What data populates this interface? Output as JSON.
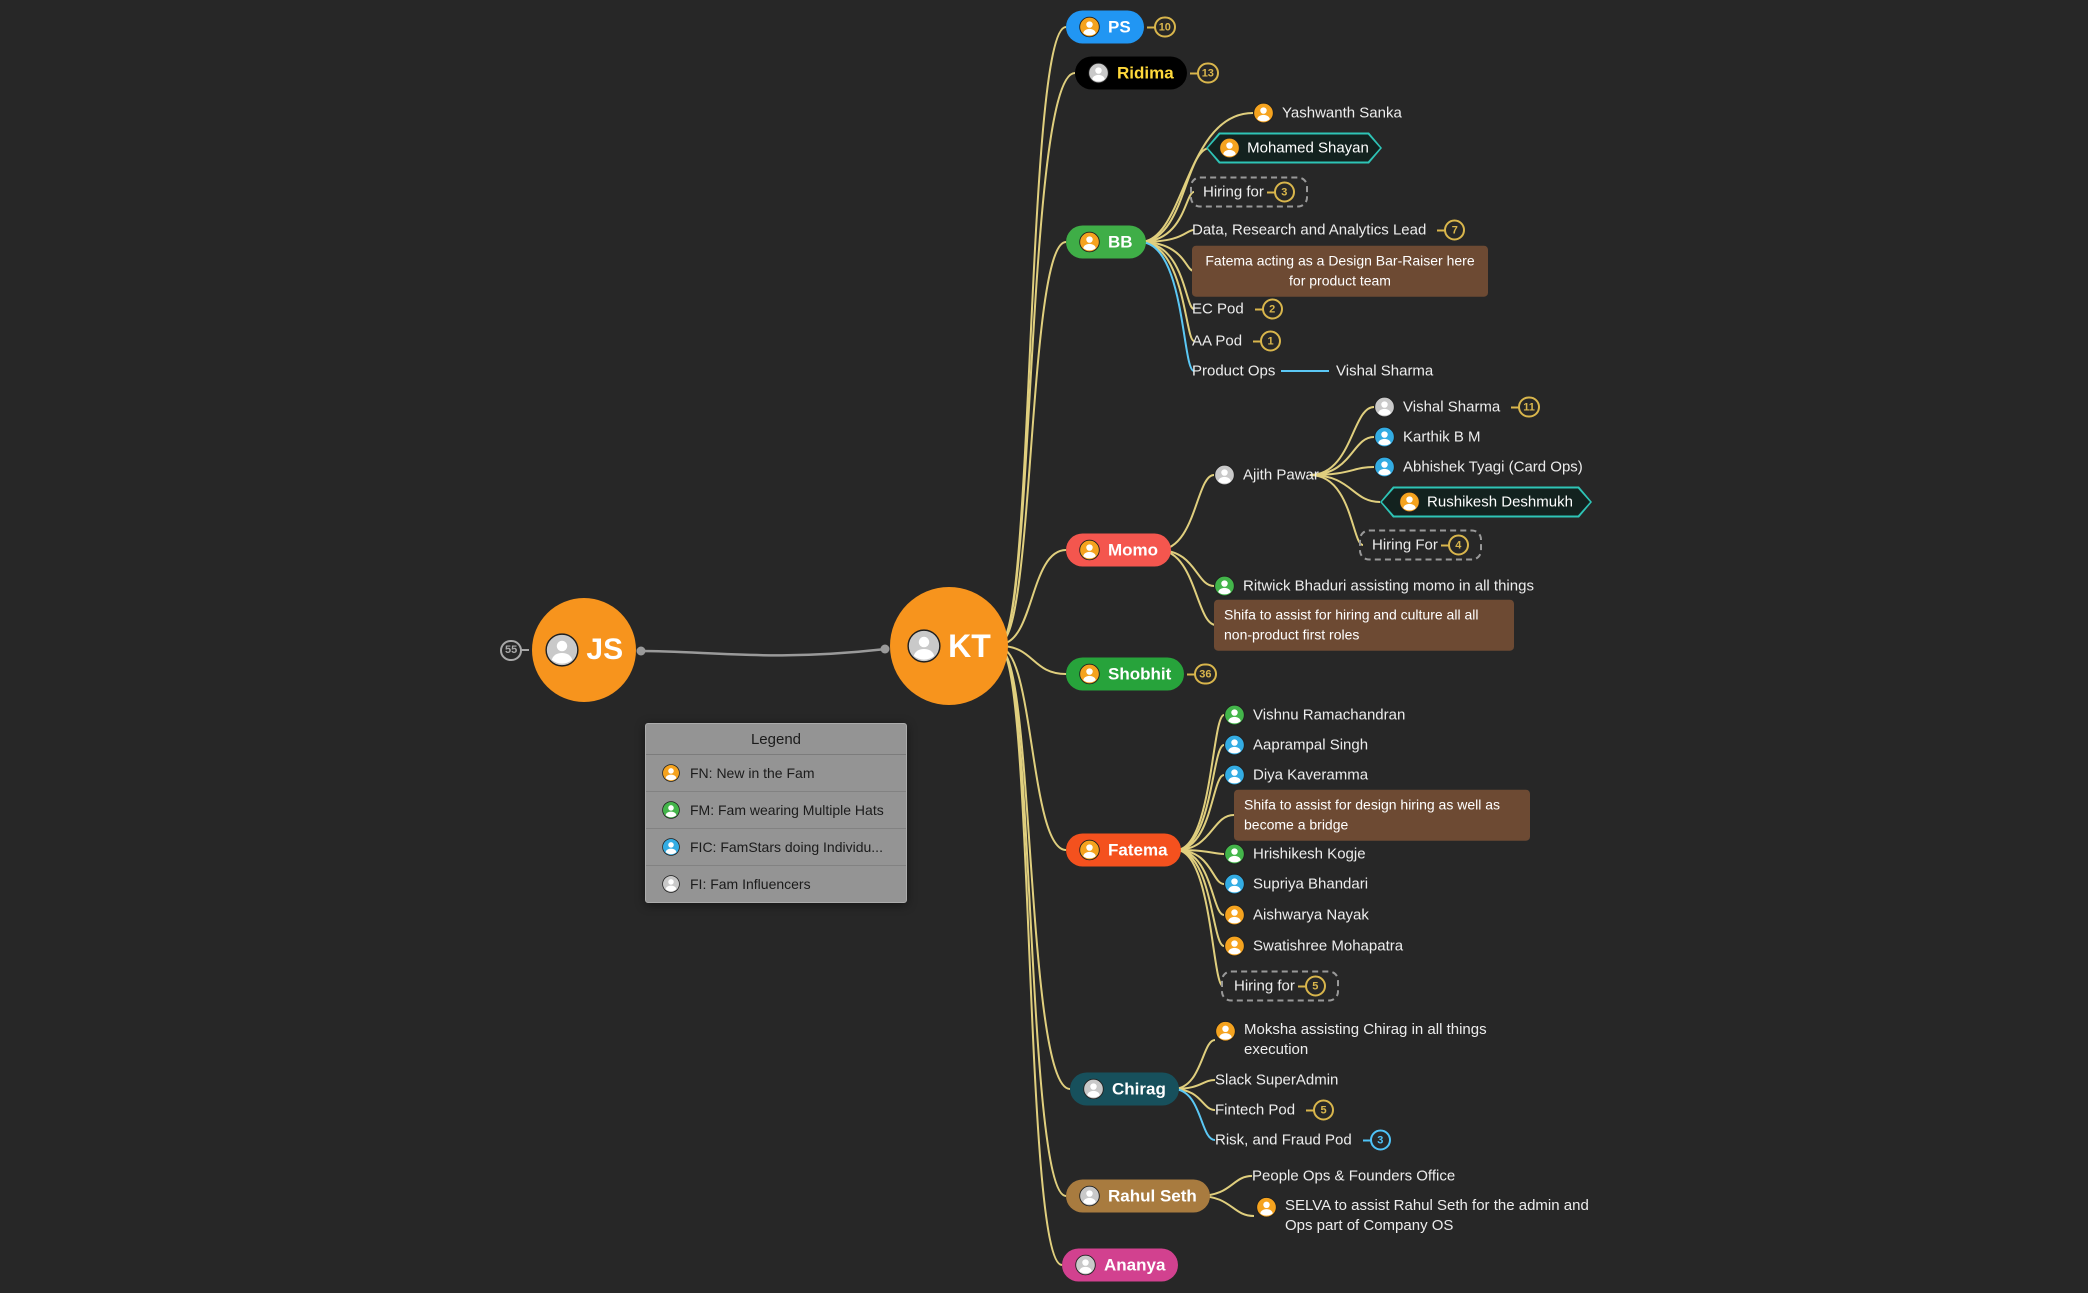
{
  "palette": {
    "background": "#272727",
    "branch_line": "#E0CF7E",
    "alt_branch_line": "#5BC8F5",
    "root_line": "#9A9A9A",
    "note_bg": "#6D4A33",
    "hex_border": "#2EC4B6",
    "badge_gold": "#D9B64C",
    "badge_blue": "#4FC3F7",
    "badge_gray": "#A8A8A8",
    "icon_fn": "#F5A31F",
    "icon_fm": "#43B54A",
    "icon_fic": "#33ACE3",
    "icon_fi": "#D9D9D9",
    "node_root": "#F7941D",
    "node_ps": "#2196F3",
    "node_ridima_bg": "#000000",
    "node_ridima_text": "#FFD93B",
    "node_bb": "#3FAE47",
    "node_momo": "#F4564E",
    "node_shobhit": "#27A33B",
    "node_fatema": "#F4511E",
    "node_chirag": "#17505C",
    "node_rahul": "#A87B3F",
    "node_ananya": "#D2418F"
  },
  "nodes": {
    "js": {
      "label": "JS",
      "badge": "55"
    },
    "kt": {
      "label": "KT"
    },
    "ps": {
      "label": "PS",
      "badge": "10"
    },
    "ridima": {
      "label": "Ridima",
      "badge": "13"
    },
    "bb": {
      "label": "BB"
    },
    "yashwanth": {
      "label": "Yashwanth Sanka"
    },
    "shayan": {
      "label": "Mohamed Shayan"
    },
    "bb_hiring": {
      "label": "Hiring for",
      "badge": "3"
    },
    "data_lead": {
      "label": "Data, Research and Analytics Lead",
      "badge": "7"
    },
    "bb_note": {
      "label": "Fatema acting as a Design Bar-Raiser here for product team"
    },
    "ec_pod": {
      "label": "EC Pod",
      "badge": "2"
    },
    "aa_pod": {
      "label": "AA Pod",
      "badge": "1"
    },
    "product_ops": {
      "label": "Product Ops"
    },
    "vishal_po": {
      "label": "Vishal Sharma"
    },
    "momo": {
      "label": "Momo"
    },
    "ajith": {
      "label": "Ajith Pawar"
    },
    "vishal": {
      "label": "Vishal Sharma",
      "badge": "11"
    },
    "karthik": {
      "label": "Karthik B M"
    },
    "abhishek": {
      "label": "Abhishek Tyagi (Card Ops)"
    },
    "rushikesh": {
      "label": "Rushikesh Deshmukh"
    },
    "momo_hiring": {
      "label": "Hiring For",
      "badge": "4"
    },
    "ritwick": {
      "label": "Ritwick Bhaduri assisting momo in all things"
    },
    "momo_note": {
      "label": "Shifa to assist for hiring and culture all all non-product first roles"
    },
    "shobhit": {
      "label": "Shobhit",
      "badge": "36"
    },
    "fatema": {
      "label": "Fatema"
    },
    "vishnu": {
      "label": "Vishnu Ramachandran"
    },
    "aaprampal": {
      "label": "Aaprampal Singh"
    },
    "diya": {
      "label": "Diya Kaveramma"
    },
    "fatema_note": {
      "label": "Shifa to assist for design hiring as well as become a bridge"
    },
    "hrishikesh": {
      "label": "Hrishikesh Kogje"
    },
    "supriya": {
      "label": "Supriya Bhandari"
    },
    "aishwarya": {
      "label": "Aishwarya Nayak"
    },
    "swatishree": {
      "label": "Swatishree Mohapatra"
    },
    "fatema_hiring": {
      "label": "Hiring for",
      "badge": "5"
    },
    "chirag": {
      "label": "Chirag"
    },
    "moksha": {
      "label": "Moksha assisting Chirag in all things execution"
    },
    "slack": {
      "label": "Slack SuperAdmin"
    },
    "fintech": {
      "label": "Fintech Pod",
      "badge": "5"
    },
    "risk": {
      "label": "Risk, and Fraud Pod",
      "badge": "3"
    },
    "rahul": {
      "label": "Rahul Seth"
    },
    "people_ops": {
      "label": "People Ops & Founders Office"
    },
    "selva": {
      "label": "SELVA to assist Rahul Seth for the admin and Ops part of Company OS"
    },
    "ananya": {
      "label": "Ananya"
    }
  },
  "legend": {
    "title": "Legend",
    "items": [
      {
        "icon": "fn-person-icon",
        "label": "FN: New in the Fam"
      },
      {
        "icon": "fm-person-icon",
        "label": "FM: Fam wearing Multiple Hats"
      },
      {
        "icon": "fic-person-icon",
        "label": "FIC: FamStars doing Individu..."
      },
      {
        "icon": "fi-person-icon",
        "label": "FI: Fam Influencers"
      }
    ]
  }
}
